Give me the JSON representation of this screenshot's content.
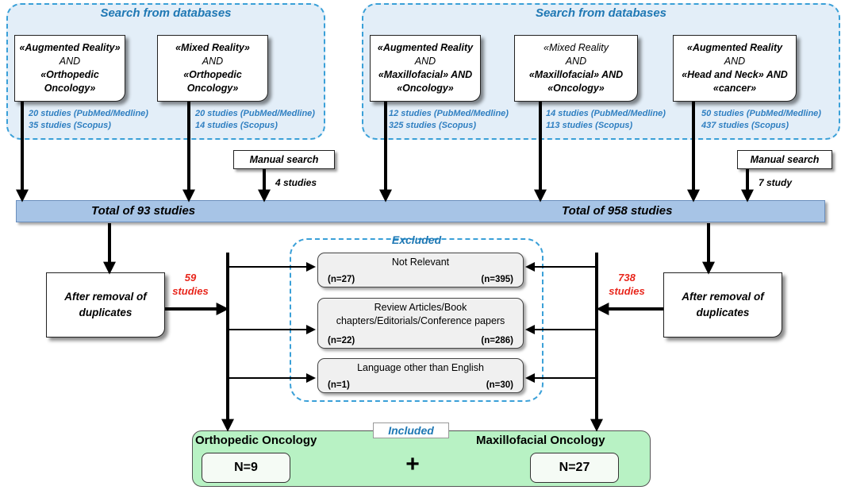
{
  "left_group": {
    "title": "Search from databases",
    "queries": [
      {
        "line1": "«Augmented Reality»",
        "line2": "AND",
        "line3": "«Orthopedic",
        "line4": "Oncology»",
        "count1": "20 studies (PubMed/Medline)",
        "count2": "35 studies (Scopus)"
      },
      {
        "line1": "«Mixed Reality»",
        "line2": "AND",
        "line3": "«Orthopedic",
        "line4": "Oncology»",
        "count1": "20 studies (PubMed/Medline)",
        "count2": "14 studies (Scopus)"
      }
    ]
  },
  "right_group": {
    "title": "Search from databases",
    "queries": [
      {
        "line1": "«Augmented Reality",
        "line2": "AND",
        "line3": "«Maxillofacial» AND",
        "line4": "«Oncology»",
        "count1": "12 studies (PubMed/Medline)",
        "count2": "325 studies (Scopus)"
      },
      {
        "line1": "«Mixed Reality",
        "line2": "AND",
        "line3": "«Maxillofacial» AND",
        "line4": "«Oncology»",
        "count1": "14 studies (PubMed/Medline)",
        "count2": "113 studies (Scopus)"
      },
      {
        "line1": "«Augmented Reality",
        "line2": "AND",
        "line3": "«Head and Neck» AND",
        "line4": "«cancer»",
        "count1": "50 studies (PubMed/Medline)",
        "count2": "437 studies (Scopus)"
      }
    ]
  },
  "manual_left": {
    "label": "Manual search",
    "count": "4 studies"
  },
  "manual_right": {
    "label": "Manual search",
    "count": "7 study"
  },
  "totals": {
    "left": "Total of 93 studies",
    "right": "Total of 958 studies"
  },
  "duplicates": {
    "left_line1": "After removal of",
    "left_line2": "duplicates",
    "right_line1": "After removal of",
    "right_line2": "duplicates",
    "left_removed_1": "59",
    "left_removed_2": "studies",
    "right_removed_1": "738",
    "right_removed_2": "studies"
  },
  "excluded": {
    "title": "Excluded",
    "reasons": [
      {
        "text1": "Not Relevant",
        "text2": "",
        "left_n": "(n=27)",
        "right_n": "(n=395)"
      },
      {
        "text1": "Review Articles/Book",
        "text2": "chapters/Editorials/Conference papers",
        "left_n": "(n=22)",
        "right_n": "(n=286)"
      },
      {
        "text1": "Language other than English",
        "text2": "",
        "left_n": "(n=1)",
        "right_n": "(n=30)"
      }
    ]
  },
  "included": {
    "title": "Included",
    "left_label": "Orthopedic Oncology",
    "right_label": "Maxillofacial Oncology",
    "left_n": "N=9",
    "right_n": "N=27",
    "plus": "+"
  }
}
